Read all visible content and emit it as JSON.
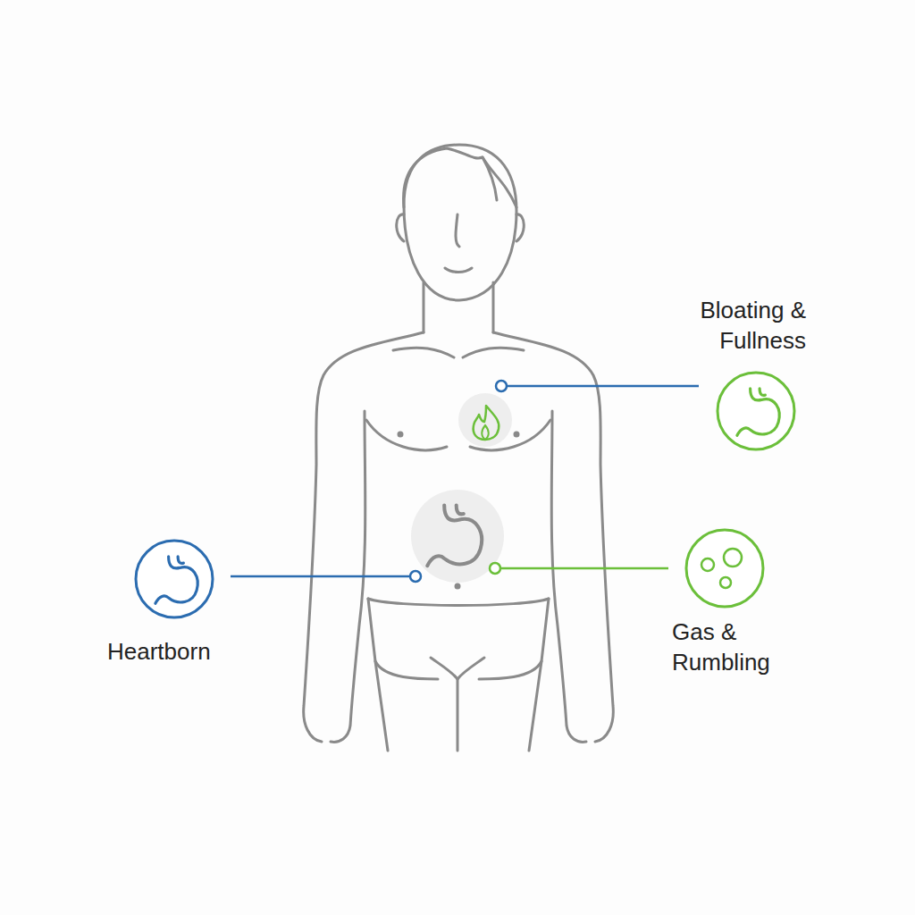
{
  "diagram": {
    "labels": [
      "Bloating & Fullness",
      "Heartborn",
      "Gas & Rumbling"
    ]
  }
}
